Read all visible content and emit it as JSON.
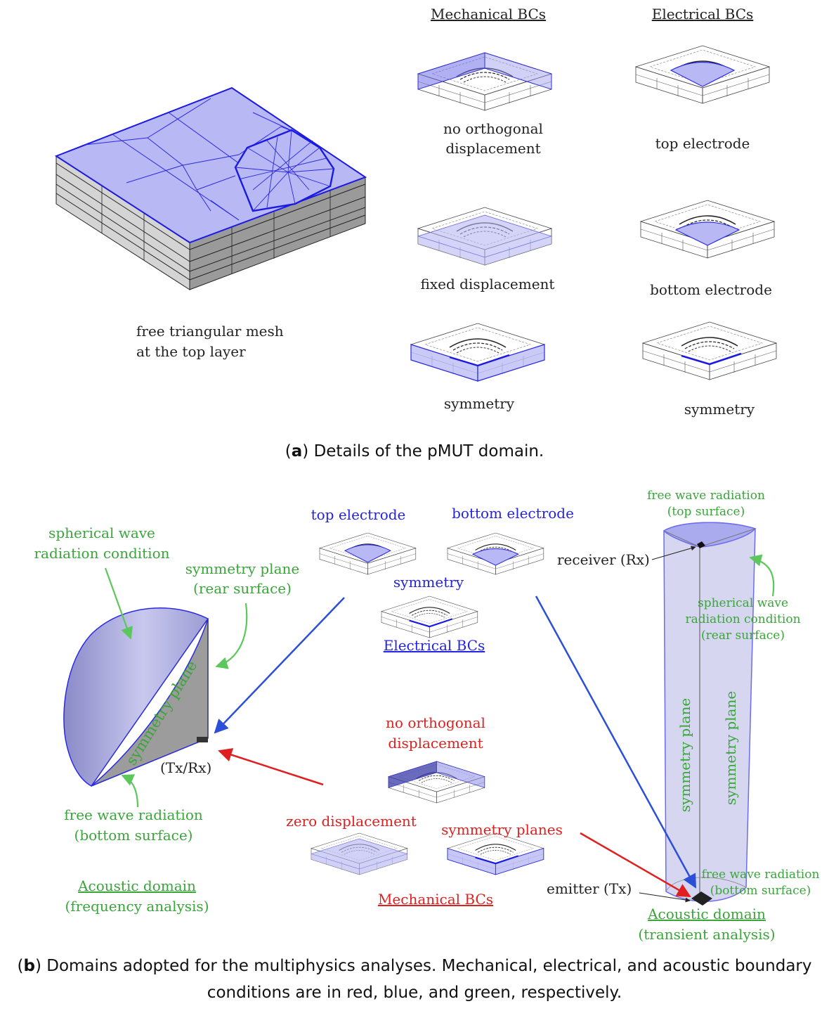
{
  "panel_a": {
    "mechanical_header": "Mechanical BCs",
    "electrical_header": "Electrical BCs",
    "mesh_label_line1": "free triangular mesh",
    "mesh_label_line2": "at the top layer",
    "mech_no_orth_line1": "no orthogonal",
    "mech_no_orth_line2": "displacement",
    "mech_fixed": "fixed displacement",
    "mech_symmetry": "symmetry",
    "elec_top": "top electrode",
    "elec_bottom": "bottom electrode",
    "elec_symmetry": "symmetry",
    "caption_letter": "a",
    "caption_text": "Details of the pMUT domain."
  },
  "panel_b": {
    "left": {
      "spherical_line1": "spherical wave",
      "spherical_line2": "radiation condition",
      "sym_plane_line1": "symmetry plane",
      "sym_plane_line2": "(rear surface)",
      "sym_plane_rotated": "symmetry plane",
      "txrx": "(Tx/Rx)",
      "free_wave_line1": "free wave radiation",
      "free_wave_line2": "(bottom surface)",
      "domain_title": "Acoustic domain",
      "domain_sub": "(frequency analysis)"
    },
    "center": {
      "top_electrode": "top electrode",
      "bottom_electrode": "bottom electrode",
      "symmetry": "symmetry",
      "electrical_bcs": "Electrical BCs",
      "no_orth_line1": "no orthogonal",
      "no_orth_line2": "displacement",
      "zero_disp": "zero displacement",
      "sym_planes": "symmetry planes",
      "mechanical_bcs": "Mechanical BCs"
    },
    "right": {
      "free_top_line1": "free wave radiation",
      "free_top_line2": "(top surface)",
      "receiver": "receiver (Rx)",
      "spherical_line1": "spherical wave",
      "spherical_line2": "radiation condition",
      "spherical_line3": "(rear surface)",
      "sym_plane_a": "symmetry plane",
      "sym_plane_b": "symmetry plane",
      "emitter": "emitter (Tx)",
      "free_bottom_line1": "free wave radiation",
      "free_bottom_line2": "(bottom surface)",
      "domain_title": "Acoustic domain",
      "domain_sub": "(transient analysis)"
    },
    "caption_letter": "b",
    "caption_line1": "Domains adopted for the multiphysics analyses. Mechanical, electrical, and acoustic boundary",
    "caption_line2": "conditions are in red, blue, and green, respectively."
  },
  "colors": {
    "mechanical": "#e02020",
    "electrical": "#2323e6",
    "acoustic": "#3aa53a",
    "highlight_fill": "#b8b8f5"
  }
}
